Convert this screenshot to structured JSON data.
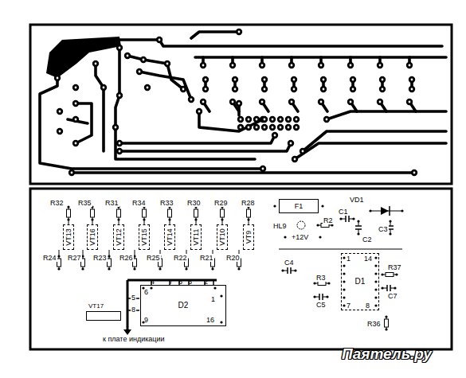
{
  "diagram": {
    "nodes": [
      {
        "text": [
          "F1"
        ]
      },
      {
        "text": [
          "VT13"
        ]
      },
      {
        "text": [
          "VT16"
        ]
      },
      {
        "text": [
          "VT12"
        ]
      },
      {
        "text": [
          "VT15"
        ]
      },
      {
        "text": [
          "VT14"
        ]
      },
      {
        "text": [
          "VT11"
        ]
      },
      {
        "text": [
          "VT10"
        ]
      },
      {
        "text": [
          "VT9"
        ]
      },
      {
        "text": [
          "1",
          "14",
          "D1",
          "7",
          "8"
        ]
      },
      {
        "text": [
          "4",
          "7",
          "6",
          "3",
          "2",
          "6",
          "D2",
          "1",
          "9",
          "16"
        ]
      },
      {
        "text": [
          "VT17"
        ]
      }
    ],
    "labels": [
      "R32",
      "R35",
      "R31",
      "R34",
      "R33",
      "R30",
      "R29",
      "R28",
      "R24",
      "R27",
      "R23",
      "R26",
      "R25",
      "R22",
      "R21",
      "R20",
      "VD1",
      "C1",
      "HL9",
      "R2",
      "C2",
      "C3",
      "+12V",
      "C4",
      "R3",
      "C5",
      "R37",
      "C7",
      "R36",
      "5",
      "8",
      "к плате индикации",
      "Паятель.ру"
    ]
  }
}
